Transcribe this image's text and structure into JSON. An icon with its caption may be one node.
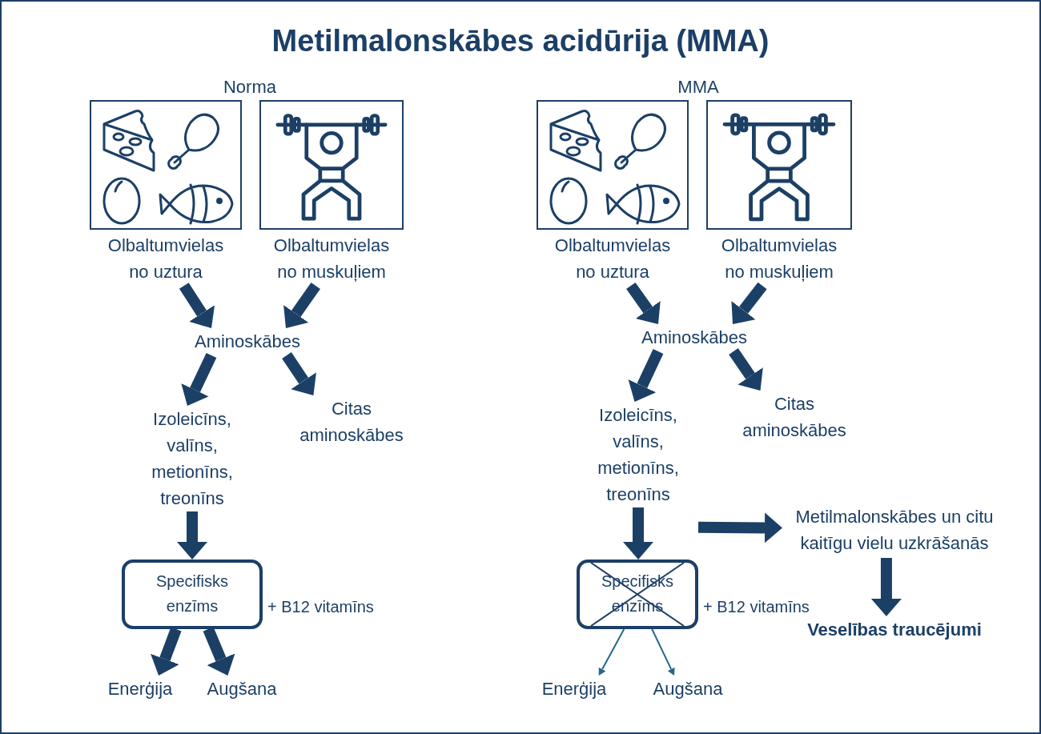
{
  "diagram": {
    "title": "Metilmalonskābes acidūrija (MMA)",
    "nodes": [
      {
        "text": [
          "Olbaltumvielas no uztura"
        ]
      },
      {
        "text": [
          "Olbaltumvielas no muskuļiem"
        ]
      },
      {
        "text": [
          "Aminoskābes"
        ]
      },
      {
        "text": [
          "Izoleicīns, valīns, metionīns, treonīns"
        ]
      },
      {
        "text": [
          "Citas aminoskābes"
        ]
      },
      {
        "text": [
          "Specifisks enzīms"
        ],
        "beside": [
          "+ B12 vitamīns"
        ]
      },
      {
        "text": [
          "Enerģija"
        ]
      },
      {
        "text": [
          "Augšana"
        ]
      },
      {
        "text": [
          "Olbaltumvielas no uztura"
        ]
      },
      {
        "text": [
          "Olbaltumvielas no muskuļiem"
        ]
      },
      {
        "text": [
          "Aminoskābes"
        ]
      },
      {
        "text": [
          "Izoleicīns, valīns, metionīns, treonīns"
        ]
      },
      {
        "text": [
          "Citas aminoskābes"
        ]
      },
      {
        "text": [
          "Specifisks enzīms"
        ],
        "beside": [
          "+ B12 vitamīns"
        ]
      },
      {
        "text": [
          "Enerģija"
        ]
      },
      {
        "text": [
          "Augšana"
        ]
      },
      {
        "text": [
          "Metilmalonskābes un citu kaitīgu vielu uzkrāšanās"
        ]
      },
      {
        "text": [
          "Veselības traucējumi"
        ]
      }
    ],
    "edges": [
      {
        "from": 0,
        "to": 2,
        "arrow": "to"
      },
      {
        "from": 1,
        "to": 2,
        "arrow": "to"
      },
      {
        "from": 2,
        "to": 3,
        "arrow": "to"
      },
      {
        "from": 2,
        "to": 4,
        "arrow": "to"
      },
      {
        "from": 3,
        "to": 5,
        "arrow": "to"
      },
      {
        "from": 5,
        "to": 6,
        "arrow": "to"
      },
      {
        "from": 5,
        "to": 7,
        "arrow": "to"
      },
      {
        "from": 8,
        "to": 10,
        "arrow": "to"
      },
      {
        "from": 9,
        "to": 10,
        "arrow": "to"
      },
      {
        "from": 10,
        "to": 11,
        "arrow": "to"
      },
      {
        "from": 10,
        "to": 12,
        "arrow": "to"
      },
      {
        "from": 11,
        "to": 13,
        "arrow": "to"
      },
      {
        "from": 11,
        "to": 16,
        "arrow": "to"
      },
      {
        "from": 16,
        "to": 17,
        "arrow": "to"
      },
      {
        "from": 13,
        "to": 14,
        "arrow": "to",
        "color": "#236a8a"
      },
      {
        "from": 13,
        "to": 15,
        "arrow": "to",
        "color": "#236a8a"
      }
    ],
    "labels": [
      "Norma",
      "MMA"
    ]
  }
}
